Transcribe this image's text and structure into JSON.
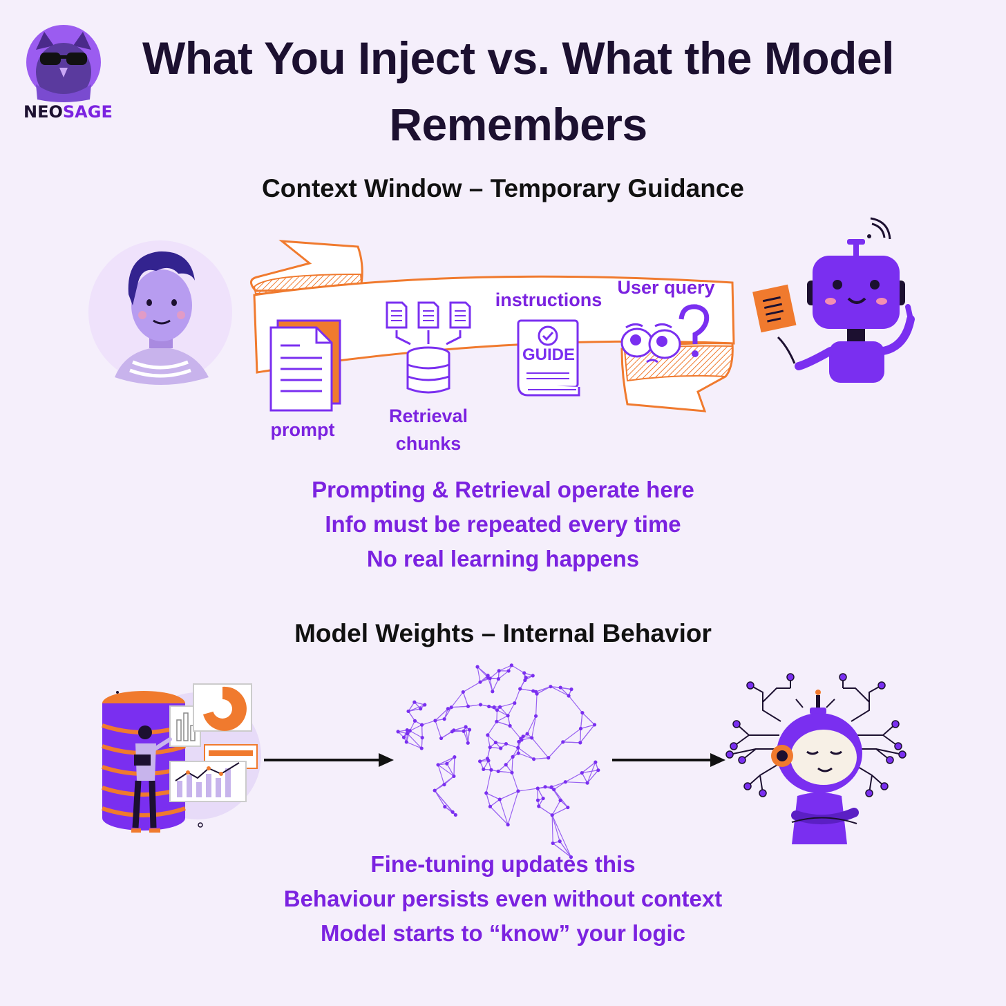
{
  "brand": {
    "part1": "NEO",
    "part2": "SAGE"
  },
  "title": "What You Inject vs. What the Model Remembers",
  "context_section": {
    "heading": "Context Window – Temporary Guidance",
    "labels": {
      "prompt": "prompt",
      "retrieval_line1": "Retrieval",
      "retrieval_line2": "chunks",
      "instructions": "instructions",
      "user_query": "User query",
      "guide": "GUIDE"
    },
    "bullets": [
      "Prompting & Retrieval operate here",
      "Info must be repeated every time",
      "No real learning happens"
    ]
  },
  "weights_section": {
    "heading": "Model Weights – Internal Behavior",
    "bullets": [
      "Fine-tuning updates this",
      "Behaviour persists even without context",
      "Model starts to “know” your logic"
    ]
  },
  "colors": {
    "accent": "#7b22e0",
    "orange": "#f07a2e",
    "background": "#f5effb",
    "purple": "#7a2ff0"
  }
}
